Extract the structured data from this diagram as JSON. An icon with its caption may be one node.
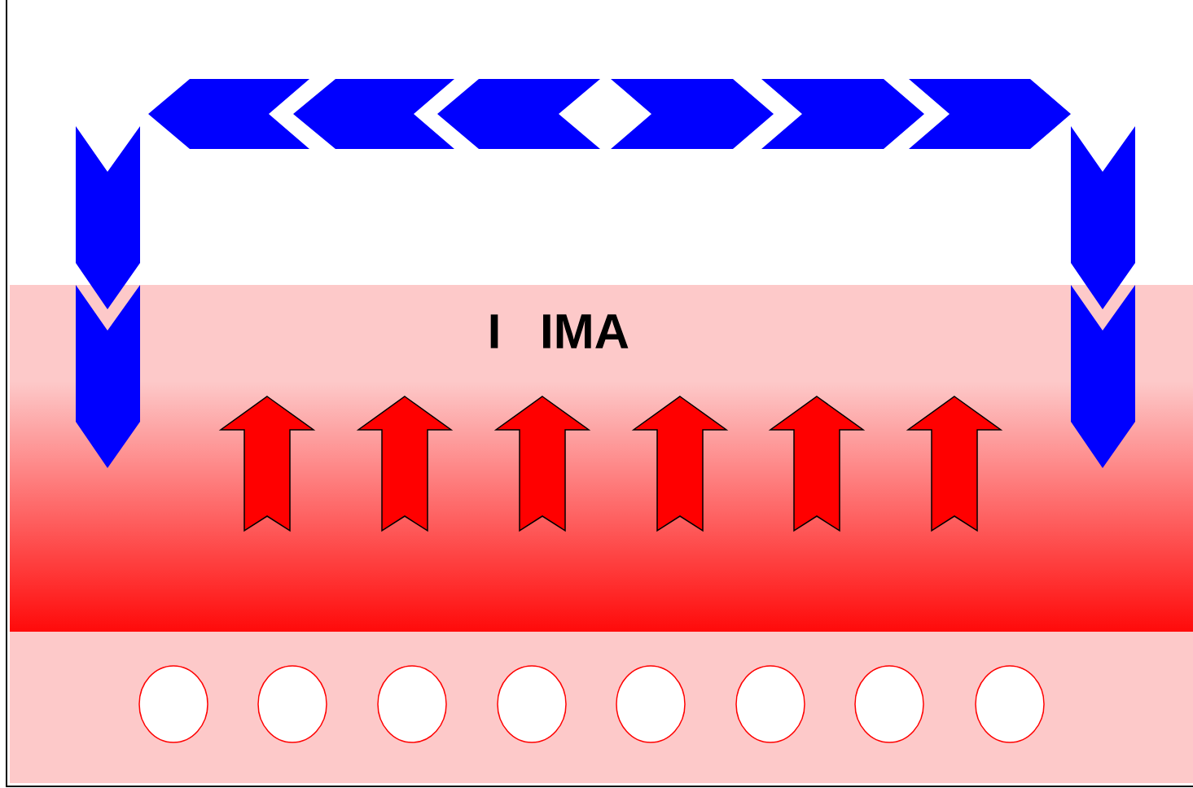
{
  "diagram": {
    "nodes": [
      {
        "text": [],
        "shape": "circle"
      },
      {
        "text": [],
        "shape": "circle"
      },
      {
        "text": [],
        "shape": "circle"
      },
      {
        "text": [],
        "shape": "circle"
      },
      {
        "text": [],
        "shape": "circle"
      },
      {
        "text": [],
        "shape": "circle"
      },
      {
        "text": [],
        "shape": "circle"
      },
      {
        "text": [],
        "shape": "circle"
      }
    ],
    "labels": [
      "I",
      "IMA"
    ]
  }
}
